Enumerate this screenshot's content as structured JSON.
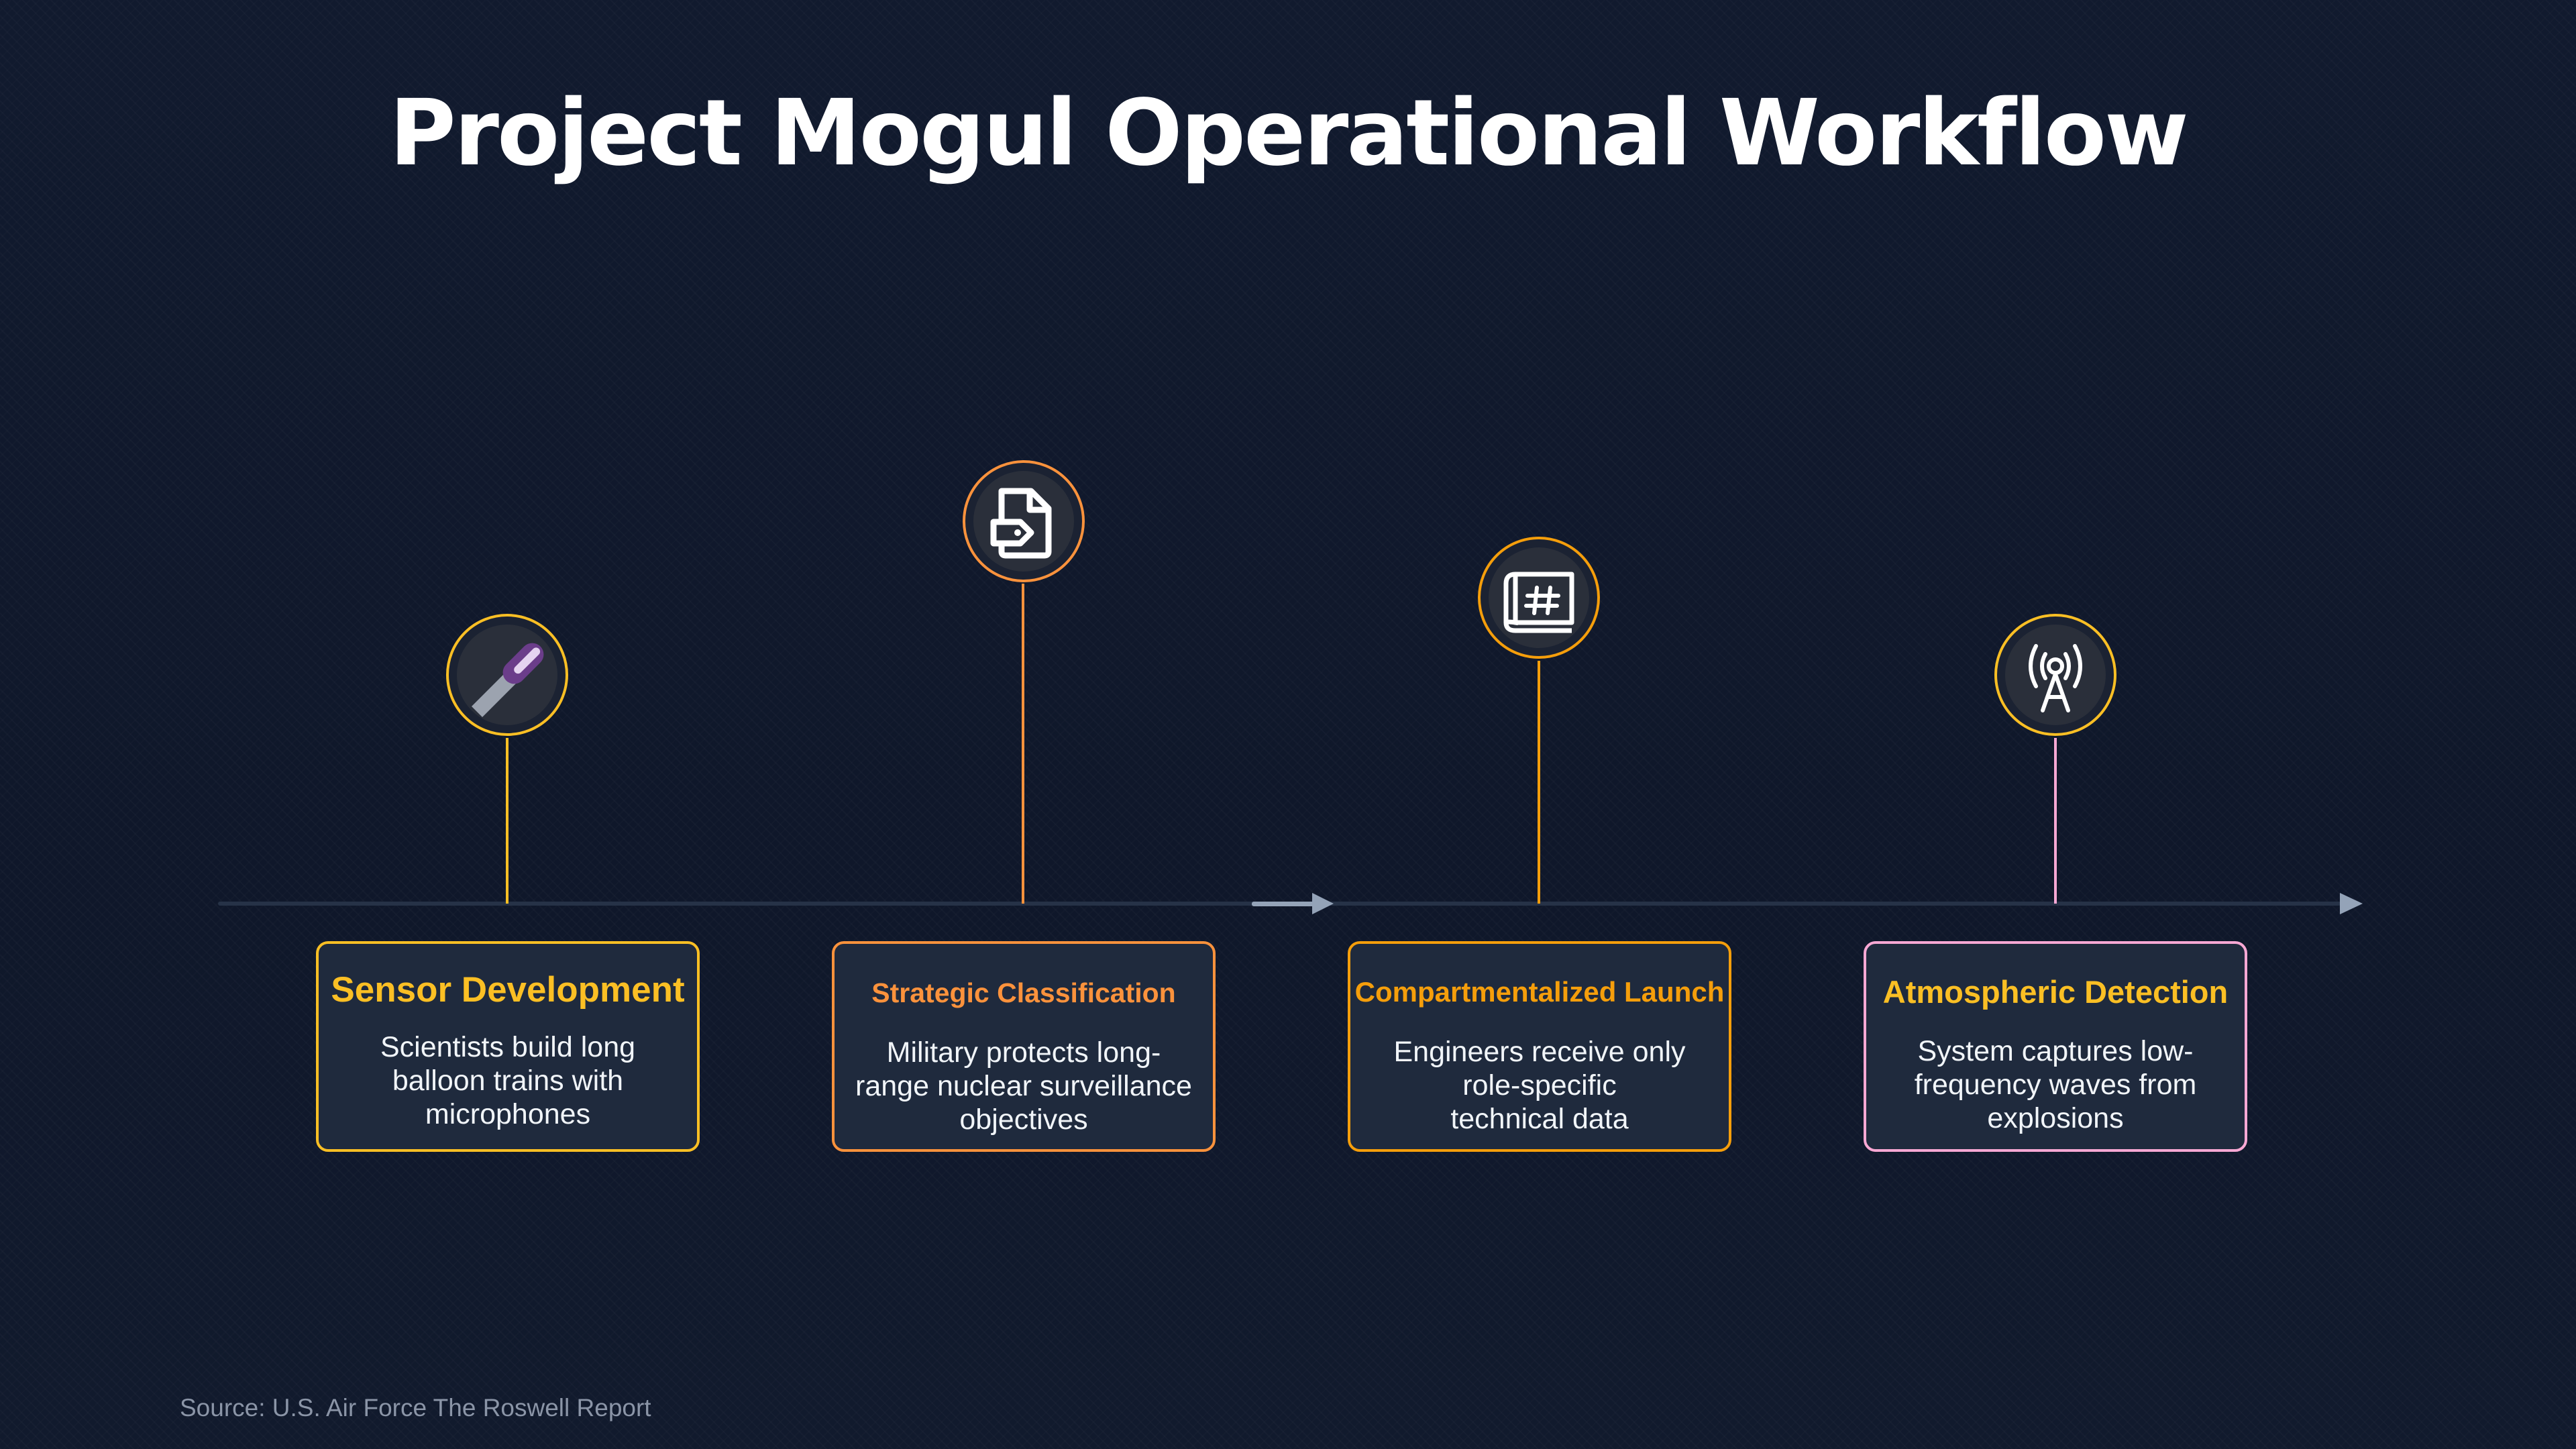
{
  "title": "Project Mogul Operational Workflow",
  "colors": {
    "gold": "#fbbf24",
    "orange": "#fb923c",
    "amber": "#f59e0b",
    "pink": "#f9a8d4",
    "line": "#263247",
    "arrow": "#94a3b8"
  },
  "steps": [
    {
      "icon": "microphone-icon",
      "title": "Sensor Development",
      "description": "Scientists build long\nballoon trains with\nmicrophones",
      "accent": "#fbbf24"
    },
    {
      "icon": "document-tag-icon",
      "title": "Strategic Classification",
      "description": "Military protects long-\nrange nuclear surveillance\nobjectives",
      "accent": "#fb923c"
    },
    {
      "icon": "blueprint-icon",
      "title": "Compartmentalized Launch",
      "description": "Engineers receive only\nrole-specific\ntechnical data",
      "accent": "#f59e0b"
    },
    {
      "icon": "antenna-tower-icon",
      "title": "Atmospheric Detection",
      "description": "System captures low-\nfrequency waves from\nexplosions",
      "accent": "#f9a8d4"
    }
  ],
  "source": "Source: U.S. Air Force The Roswell Report"
}
